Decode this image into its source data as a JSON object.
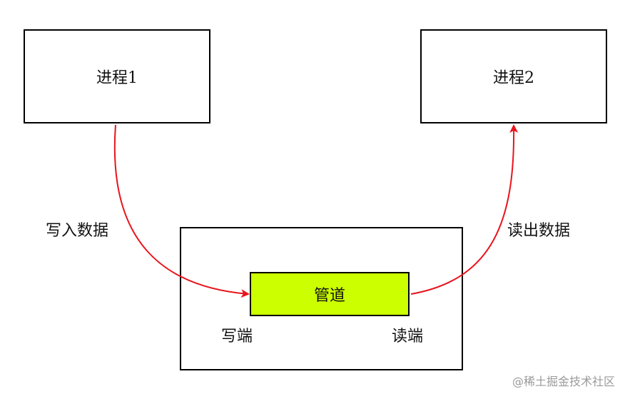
{
  "process1": {
    "label": "进程1"
  },
  "process2": {
    "label": "进程2"
  },
  "pipe": {
    "label": "管道",
    "fill_color": "#ccff00"
  },
  "write_data_label": "写入数据",
  "read_data_label": "读出数据",
  "write_end_label": "写端",
  "read_end_label": "读端",
  "watermark": "@稀土掘金技术社区",
  "colors": {
    "arrow": "#e8141c",
    "border": "#000000"
  }
}
